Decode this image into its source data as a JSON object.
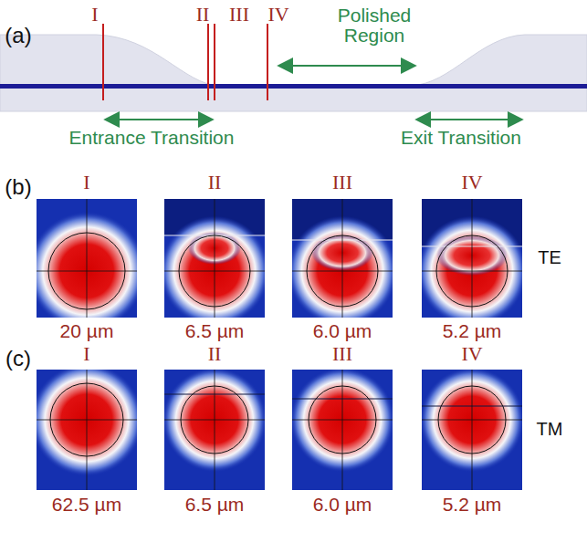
{
  "diagram": {
    "labels": [
      "(a)",
      "I",
      "II",
      "III",
      "IV",
      "Polished Region",
      "Entrance Transition",
      "Exit Transition",
      "(b)",
      "I",
      "II",
      "III",
      "IV",
      "TE",
      "20 µm",
      "6.5 µm",
      "6.0 µm",
      "5.2 µm",
      "(c)",
      "I",
      "II",
      "III",
      "IV",
      "TM",
      "62.5 µm",
      "6.5 µm",
      "6.0 µm",
      "5.2 µm"
    ]
  }
}
